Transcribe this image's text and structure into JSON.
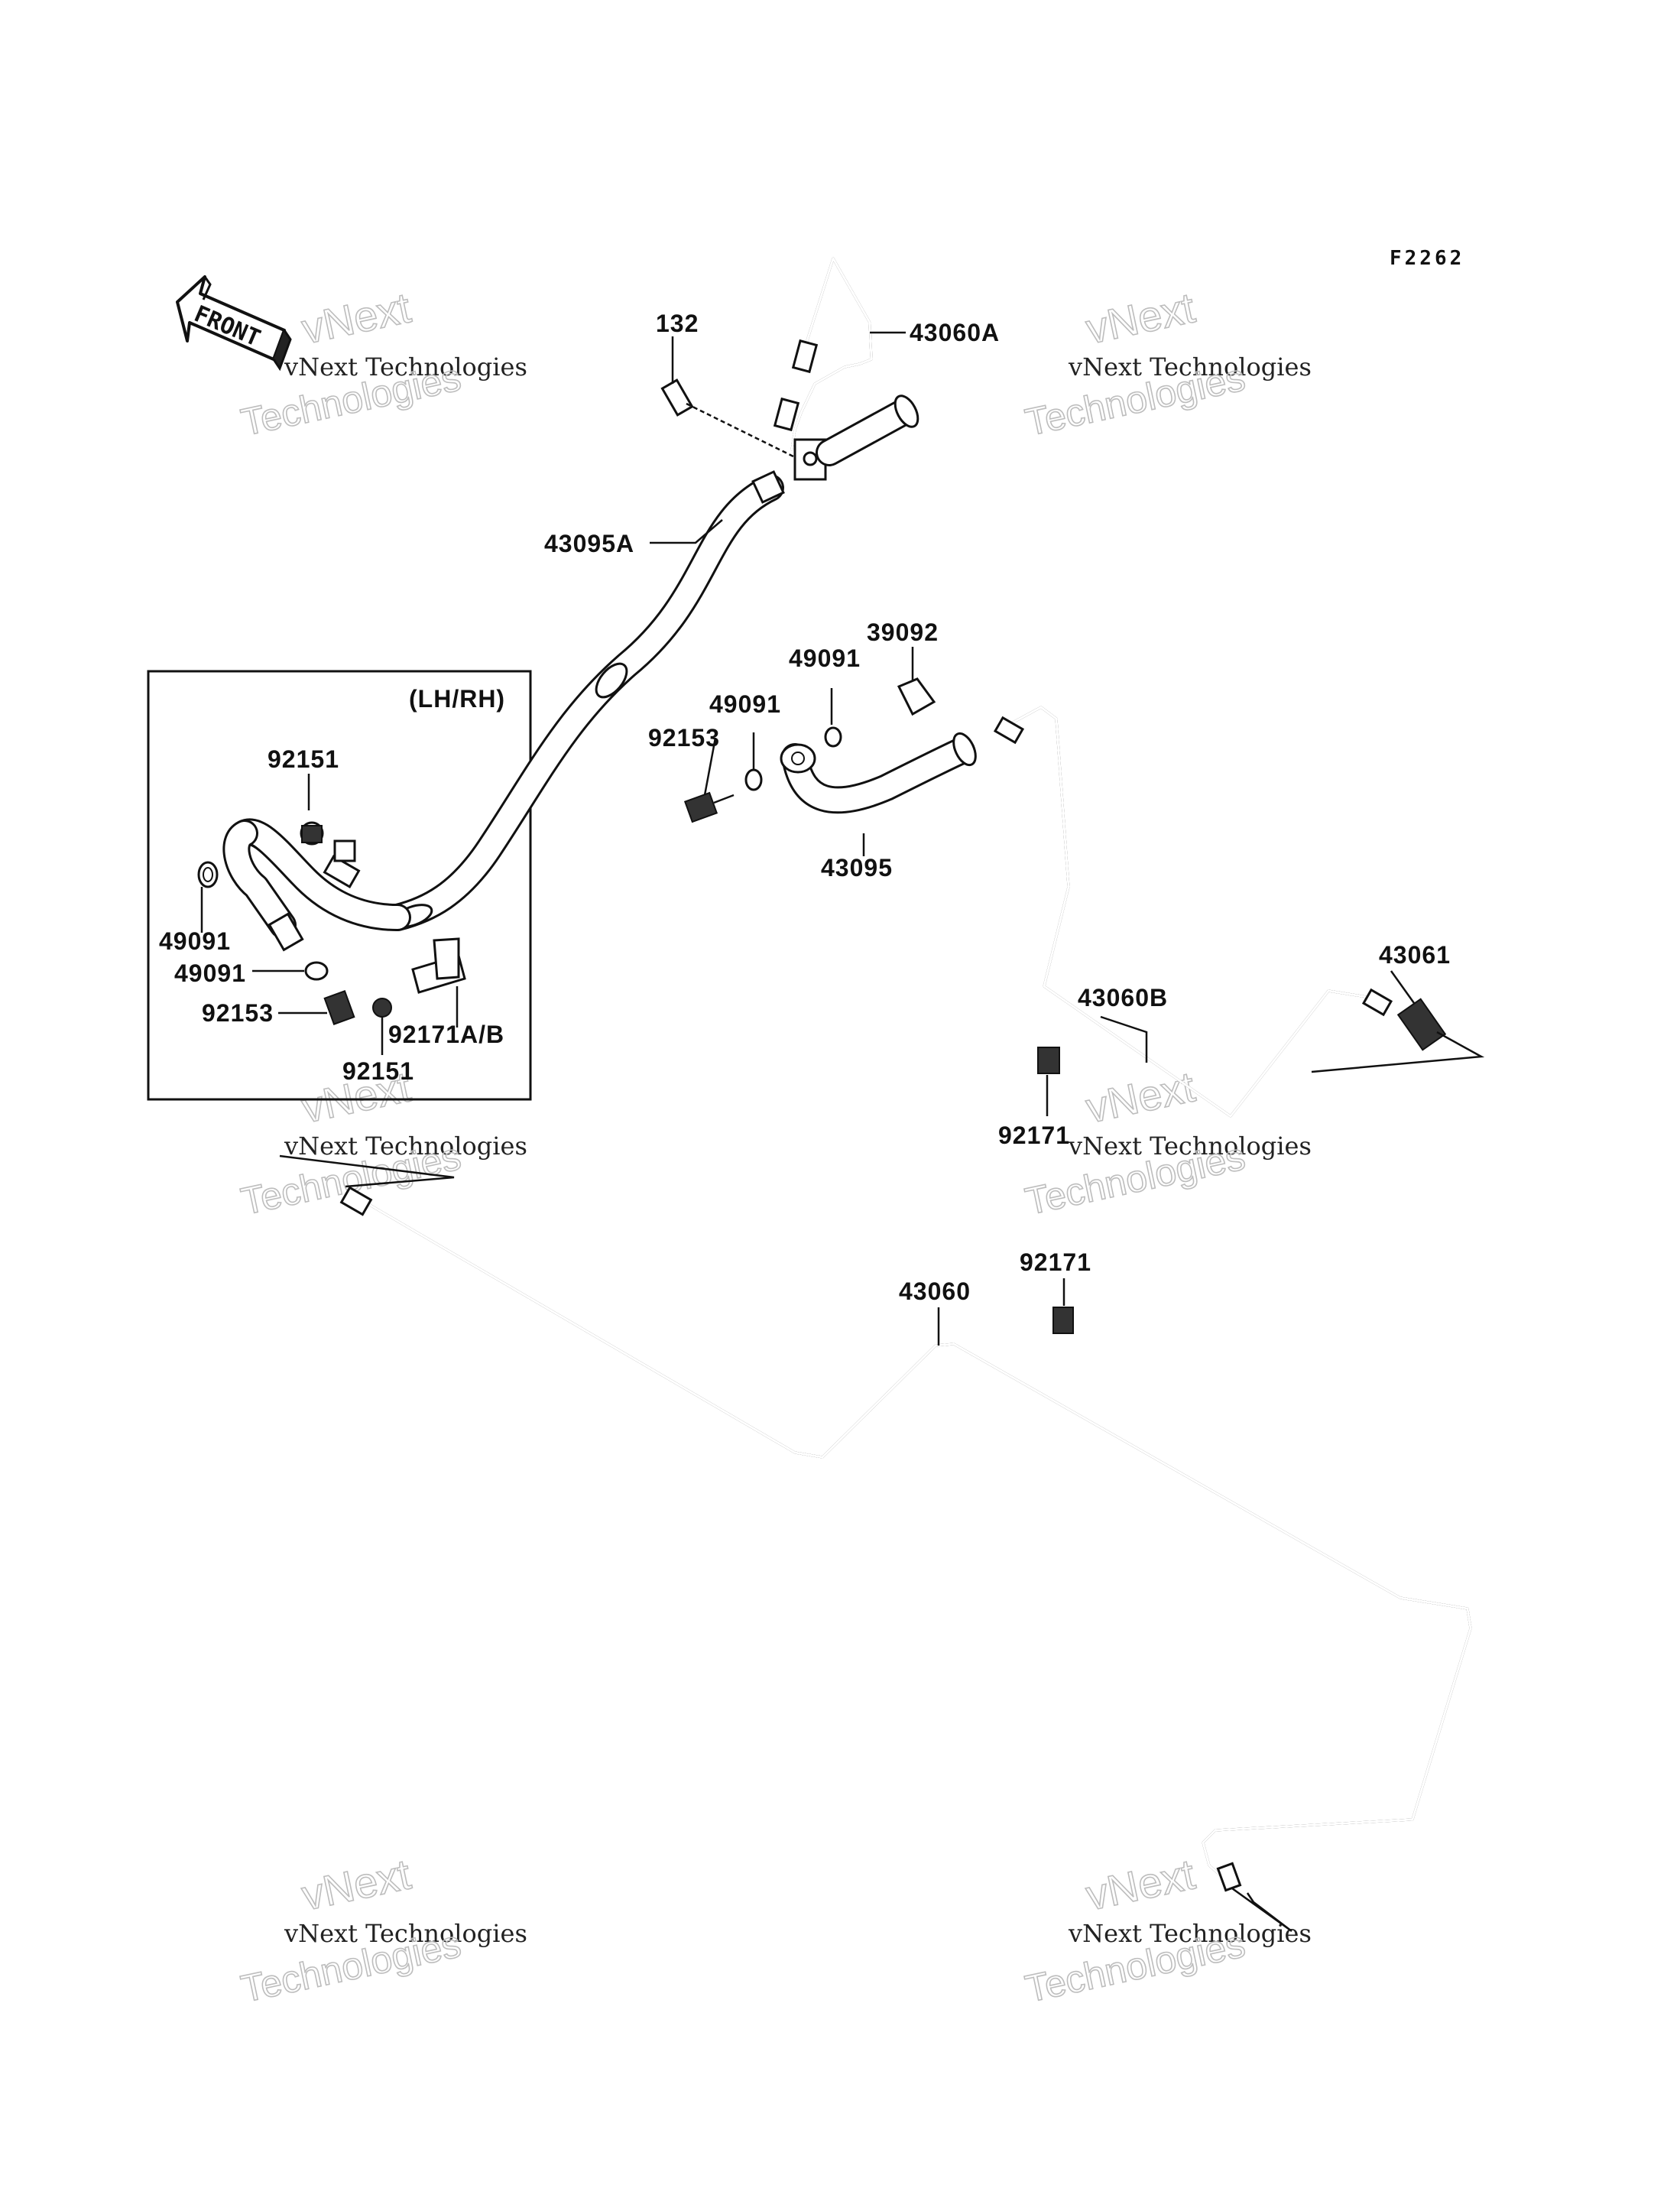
{
  "diagram": {
    "figure_code": "F2262",
    "front_label": "FRONT",
    "inset_label": "(LH/RH)",
    "watermark": {
      "line1": "vNext Technologies",
      "line2": "vNext",
      "line3": "Technologies"
    },
    "parts": {
      "p132": "132",
      "p43060A": "43060A",
      "p43095A": "43095A",
      "p39092": "39092",
      "p49091_a": "49091",
      "p49091_b": "49091",
      "p92153_a": "92153",
      "p43095": "43095",
      "p43061": "43061",
      "p43060B": "43060B",
      "p92171_a": "92171",
      "p92171_b": "92171",
      "p43060": "43060",
      "p92151_a": "92151",
      "p49091_c": "49091",
      "p49091_d": "49091",
      "p92153_b": "92153",
      "p92171AB": "92171A/B",
      "p92151_b": "92151"
    }
  }
}
